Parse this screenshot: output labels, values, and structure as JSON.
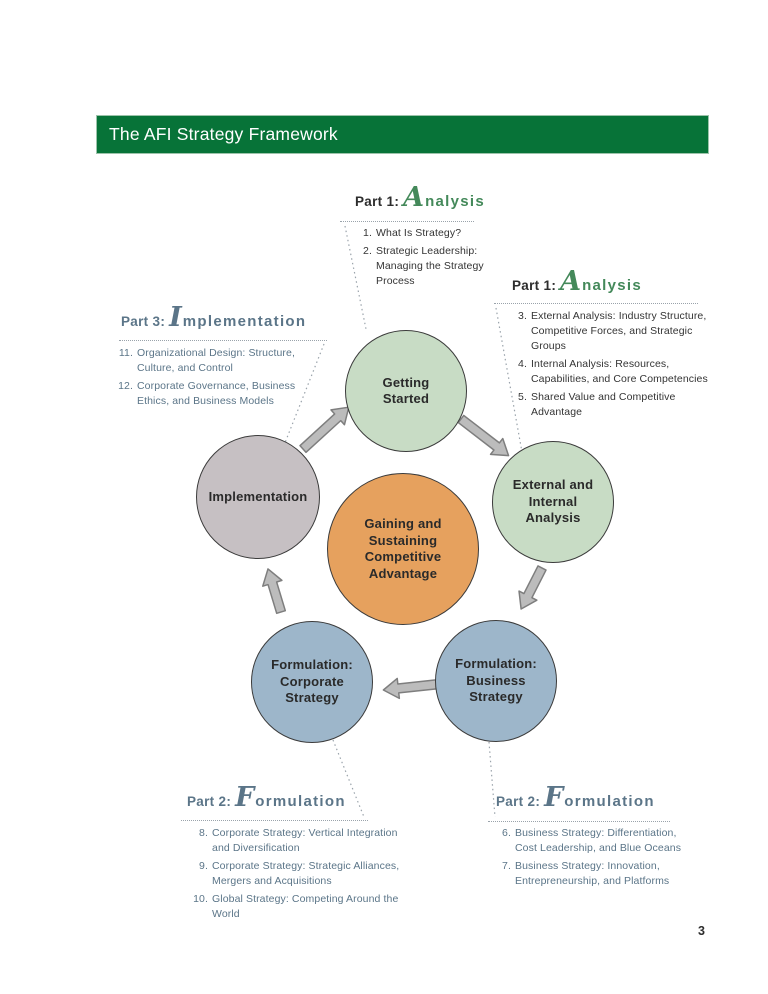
{
  "colors": {
    "header_green": "#077338",
    "analysis_green": "#44895a",
    "slate": "#5b7588",
    "dark": "#2d2d2d",
    "circle_green": "#c8dcc5",
    "circle_orange": "#e6a15e",
    "circle_blue": "#9db6ca",
    "circle_gray": "#c6c0c3",
    "arrow_fill": "#bcbcbc",
    "arrow_stroke": "#7e7e7e",
    "dotted": "#9aa3ab"
  },
  "header": {
    "title": "The AFI Strategy Framework"
  },
  "page_number": "3",
  "circles": {
    "getting_started": "Getting Started",
    "external_internal": "External and Internal Analysis",
    "center": "Gaining and Sustaining Competitive Advantage",
    "business": "Formulation: Business Strategy",
    "corporate": "Formulation: Corporate Strategy",
    "implementation": "Implementation"
  },
  "sections": {
    "analysis_top": {
      "part": "Part 1:",
      "initial": "A",
      "rest": "nalysis",
      "items": [
        {
          "num": "1.",
          "text": "What Is Strategy?"
        },
        {
          "num": "2.",
          "text": "Strategic Leadership: Managing the Strategy Process"
        }
      ]
    },
    "analysis_right": {
      "part": "Part 1:",
      "initial": "A",
      "rest": "nalysis",
      "items": [
        {
          "num": "3.",
          "text": "External Analysis: Industry Structure, Competitive Forces, and Strategic Groups"
        },
        {
          "num": "4.",
          "text": "Internal Analysis: Resources, Capabilities, and Core Competencies"
        },
        {
          "num": "5.",
          "text": "Shared Value and Competitive Advantage"
        }
      ]
    },
    "implementation_left": {
      "part": "Part 3:",
      "initial": "I",
      "rest": "mplementation",
      "items": [
        {
          "num": "11.",
          "text": "Organizational Design: Structure, Culture, and Control"
        },
        {
          "num": "12.",
          "text": "Corporate Governance, Business Ethics, and Business Models"
        }
      ]
    },
    "formulation_left": {
      "part": "Part 2:",
      "initial": "F",
      "rest": "ormulation",
      "items": [
        {
          "num": "8.",
          "text": "Corporate Strategy: Vertical Integration and Diversification"
        },
        {
          "num": "9.",
          "text": "Corporate Strategy: Strategic Alliances, Mergers and Acquisitions"
        },
        {
          "num": "10.",
          "text": "Global Strategy: Competing Around the World"
        }
      ]
    },
    "formulation_right": {
      "part": "Part 2:",
      "initial": "F",
      "rest": "ormulation",
      "items": [
        {
          "num": "6.",
          "text": "Business Strategy: Differentiation, Cost Leadership, and Blue Oceans"
        },
        {
          "num": "7.",
          "text": "Business Strategy: Innovation, Entrepreneurship, and Platforms"
        }
      ]
    }
  }
}
